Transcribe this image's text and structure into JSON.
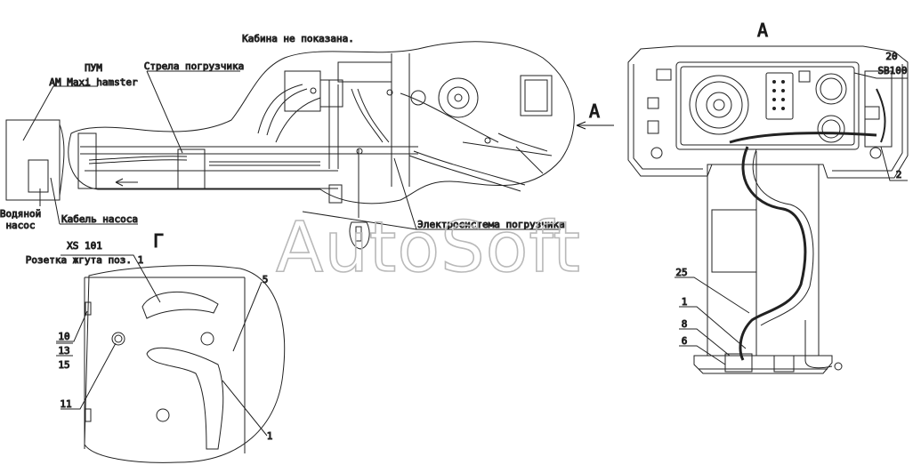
{
  "note": "Кабина не показана.",
  "view_a_title": "А",
  "view_g_title": "Г",
  "view_a_marker": "А",
  "labels": {
    "pum": "ПУМ",
    "pum_model": "AM Maxi hamster",
    "boom": "Стрела погрузчика",
    "water_pump_1": "Водяной",
    "water_pump_2": "насос",
    "pump_cable": "Кабель насоса",
    "electrics": "Электросистема погрузчика",
    "xs101": "XS 101",
    "socket": "Розетка жгута поз. 1"
  },
  "callouts_g": {
    "c10": "10",
    "c13": "13",
    "c15": "15",
    "c11": "11",
    "c5": "5",
    "c1": "1"
  },
  "callouts_a": {
    "c20": "20",
    "sb100": "SB100",
    "c2": "2",
    "c25": "25",
    "c1": "1",
    "c8": "8",
    "c6": "6"
  },
  "watermark": "AutoSoft"
}
